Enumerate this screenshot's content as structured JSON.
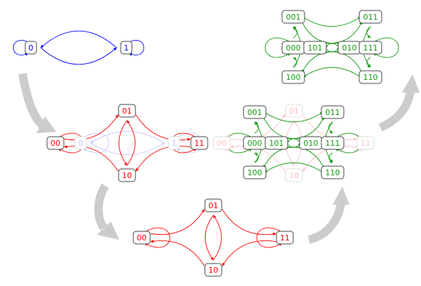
{
  "colors": {
    "blue": "#0000ff",
    "red": "#ff0000",
    "green": "#119911",
    "fade_blue": "#c8c8ff",
    "fade_red": "#ffc0c0",
    "arrow": "#c8c8c8"
  },
  "graphs": [
    {
      "id": "g1",
      "color": "blue",
      "nodes": [
        "0",
        "1"
      ],
      "edges": [
        [
          "0",
          "0"
        ],
        [
          "0",
          "1"
        ],
        [
          "1",
          "0"
        ],
        [
          "1",
          "1"
        ]
      ]
    },
    {
      "id": "g2",
      "color": "red",
      "nodes": [
        "00",
        "01",
        "10",
        "11"
      ],
      "faded_nodes": [
        "0",
        "1"
      ],
      "edges": [
        [
          "00",
          "00"
        ],
        [
          "00",
          "01"
        ],
        [
          "01",
          "10"
        ],
        [
          "01",
          "11"
        ],
        [
          "10",
          "00"
        ],
        [
          "10",
          "01"
        ],
        [
          "11",
          "10"
        ],
        [
          "11",
          "11"
        ]
      ]
    },
    {
      "id": "g3",
      "color": "green",
      "nodes": [
        "000",
        "001",
        "010",
        "011",
        "100",
        "101",
        "110",
        "111"
      ],
      "edges": [
        [
          "000",
          "000"
        ],
        [
          "000",
          "001"
        ],
        [
          "001",
          "010"
        ],
        [
          "001",
          "011"
        ],
        [
          "010",
          "100"
        ],
        [
          "010",
          "101"
        ],
        [
          "011",
          "110"
        ],
        [
          "011",
          "111"
        ],
        [
          "100",
          "000"
        ],
        [
          "100",
          "001"
        ],
        [
          "101",
          "010"
        ],
        [
          "101",
          "011"
        ],
        [
          "110",
          "100"
        ],
        [
          "110",
          "101"
        ],
        [
          "111",
          "110"
        ],
        [
          "111",
          "111"
        ]
      ]
    },
    {
      "id": "g4",
      "color": "green",
      "nodes": [
        "000",
        "001",
        "010",
        "011",
        "100",
        "101",
        "110",
        "111"
      ],
      "faded_nodes": [
        "00",
        "01",
        "10",
        "11"
      ],
      "edges": [
        [
          "000",
          "000"
        ],
        [
          "000",
          "001"
        ],
        [
          "001",
          "010"
        ],
        [
          "001",
          "011"
        ],
        [
          "010",
          "100"
        ],
        [
          "010",
          "101"
        ],
        [
          "011",
          "110"
        ],
        [
          "011",
          "111"
        ],
        [
          "100",
          "000"
        ],
        [
          "100",
          "001"
        ],
        [
          "101",
          "010"
        ],
        [
          "101",
          "011"
        ],
        [
          "110",
          "100"
        ],
        [
          "110",
          "101"
        ],
        [
          "111",
          "110"
        ],
        [
          "111",
          "111"
        ]
      ]
    },
    {
      "id": "g5",
      "color": "red",
      "nodes": [
        "00",
        "01",
        "10",
        "11"
      ],
      "edges": [
        [
          "00",
          "00"
        ],
        [
          "00",
          "01"
        ],
        [
          "01",
          "10"
        ],
        [
          "01",
          "11"
        ],
        [
          "10",
          "00"
        ],
        [
          "10",
          "01"
        ],
        [
          "11",
          "10"
        ],
        [
          "11",
          "11"
        ]
      ]
    }
  ]
}
